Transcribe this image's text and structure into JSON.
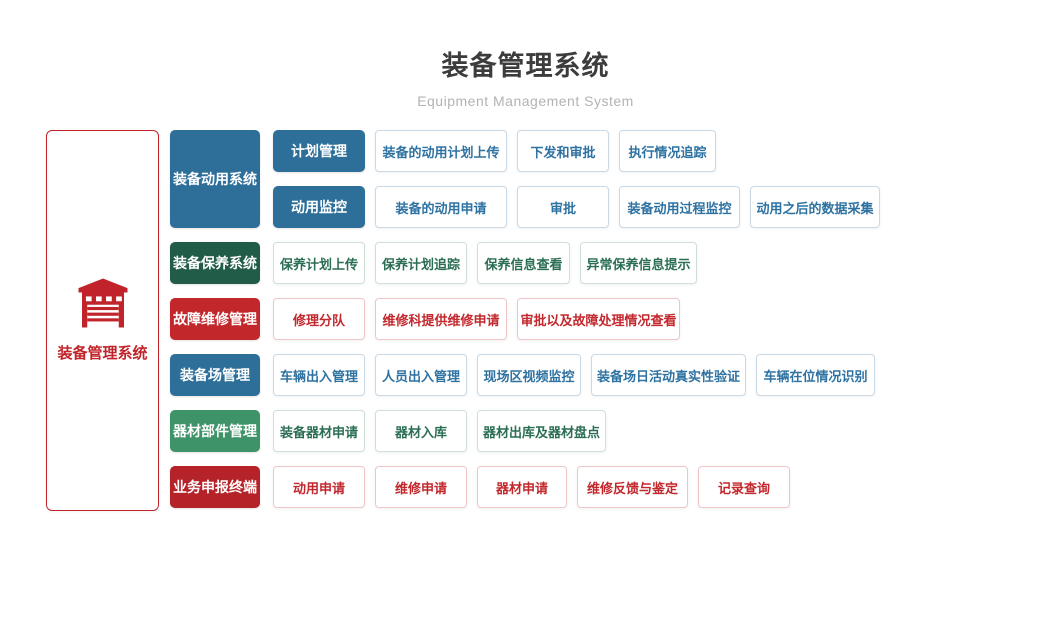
{
  "page": {
    "title": "装备管理系统",
    "subtitle": "Equipment Management System"
  },
  "root": {
    "label": "装备管理系统",
    "icon": "garage-icon",
    "color": "#c0242a"
  },
  "colors": {
    "blue": "#2e6f99",
    "dark_green": "#215c48",
    "green": "#3f9368",
    "red": "#c2272c",
    "dark_red": "#b52228",
    "blue_text": "#2e72a1",
    "blue_border": "#c9d9e5",
    "green_text": "#2b6e53",
    "green_border": "#cfe0d7",
    "red_text": "#c2282d",
    "red_border": "#eec6c8"
  },
  "sections": [
    {
      "label": "装备动用系统",
      "theme": "blue",
      "rows": [
        {
          "header": "计划管理",
          "items": [
            "装备的动用计划上传",
            "下发和审批",
            "执行情况追踪"
          ]
        },
        {
          "header": "动用监控",
          "items": [
            "装备的动用申请",
            "审批",
            "装备动用过程监控",
            "动用之后的数据采集"
          ]
        }
      ]
    },
    {
      "label": "装备保养系统",
      "theme": "dark_green",
      "rows": [
        {
          "header": null,
          "items": [
            "保养计划上传",
            "保养计划追踪",
            "保养信息查看",
            "异常保养信息提示"
          ]
        }
      ]
    },
    {
      "label": "故障维修管理",
      "theme": "red",
      "rows": [
        {
          "header": null,
          "items": [
            "修理分队",
            "维修科提供维修申请",
            "审批以及故障处理情况查看"
          ]
        }
      ]
    },
    {
      "label": "装备场管理",
      "theme": "blue",
      "rows": [
        {
          "header": null,
          "items": [
            "车辆出入管理",
            "人员出入管理",
            "现场区视频监控",
            "装备场日活动真实性验证",
            "车辆在位情况识别"
          ]
        }
      ]
    },
    {
      "label": "器材部件管理",
      "theme": "green",
      "rows": [
        {
          "header": null,
          "items": [
            "装备器材申请",
            "器材入库",
            "器材出库及器材盘点"
          ]
        }
      ]
    },
    {
      "label": "业务申报终端",
      "theme": "dark_red",
      "rows": [
        {
          "header": null,
          "items": [
            "动用申请",
            "维修申请",
            "器材申请",
            "维修反馈与鉴定",
            "记录查询"
          ]
        }
      ]
    }
  ]
}
